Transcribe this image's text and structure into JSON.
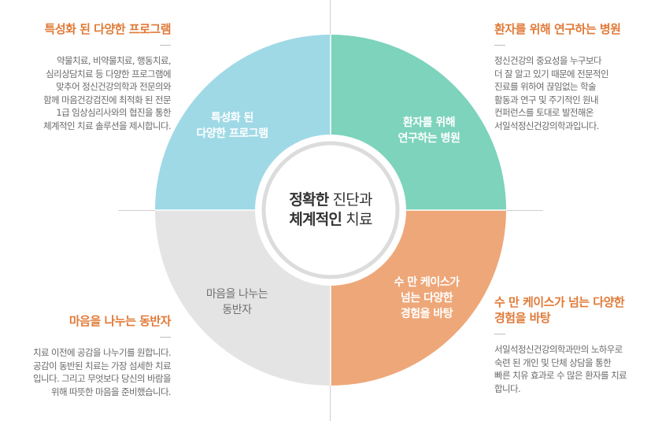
{
  "colors": {
    "top_left": "#9fd9e6",
    "top_right": "#7dd3bc",
    "bottom_right": "#eea779",
    "bottom_left": "#e4e4e4",
    "heading": "#e07a38",
    "body_text": "#6a6a6a"
  },
  "center": {
    "line1_bold": "정확한",
    "line1_rest": " 진단과",
    "line2_bold": "체계적인",
    "line2_rest": " 치료"
  },
  "quadrants": {
    "top_left": {
      "line1": "특성화 된",
      "line2": "다양한 프로그램"
    },
    "top_right": {
      "line1": "환자를 위해",
      "line2": "연구하는 병원"
    },
    "bottom_right": {
      "line1": "수 만 케이스가",
      "line2": "넘는 다양한",
      "line3": "경험을 바탕"
    },
    "bottom_left": {
      "line1": "마음을 나누는",
      "line2": "동반자"
    }
  },
  "blocks": {
    "top_left": {
      "title": "특성화 된 다양한 프로그램",
      "lines": [
        "약물치료, 비약물치료, 행동치료,",
        "심리상담치료 등 다양한 프로그램에",
        "맞추어 정신건강의학과 전문의와",
        "함께 마음건강검진에 최적화 된 전문",
        "1급 임상심리사와의 협진을 통한",
        "체계적인 치료 솔루션을 제시합니다."
      ]
    },
    "top_right": {
      "title": "환자를 위해 연구하는 병원",
      "lines": [
        "정신건강의 중요성을 누구보다",
        "더 잘 알고 있기 때문에 전문적인",
        "진료를 위하여 끊임없는 학술",
        "활동과 연구 및 주기적인 원내",
        "컨퍼런스를 토대로 발전해온",
        "서일석정신건강의학과입니다."
      ]
    },
    "bottom_left": {
      "title": "마음을 나누는 동반자",
      "lines": [
        "치료 이전에 공감을 나누기를 원합니다.",
        "공감이 동반된 치료는 가장 섬세한 치료",
        "입니다. 그리고 무엇보다 당신의 바람을",
        "위해  따뜻한  마음을  준비했습니다."
      ]
    },
    "bottom_right": {
      "title_line1": "수 만 케이스가 넘는 다양한",
      "title_line2": "경험을 바탕",
      "lines": [
        "서일석정신건강의학과만의 노하우로",
        "숙련  된  개인  및  단체  상담을  통한",
        "빠른 치유 효과로 수 많은 환자를 치료",
        "합니다."
      ]
    }
  }
}
